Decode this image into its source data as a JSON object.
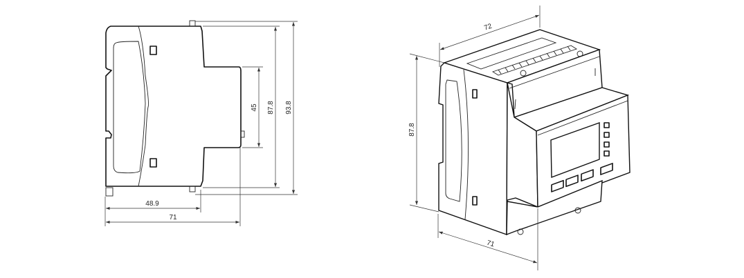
{
  "side_view": {
    "dims": {
      "width_body": "48.9",
      "width_total": "71",
      "height_face": "45",
      "height_body": "87.8",
      "height_total": "93.8"
    }
  },
  "iso_view": {
    "dims": {
      "depth": "72",
      "height": "87.8",
      "width": "71"
    }
  }
}
